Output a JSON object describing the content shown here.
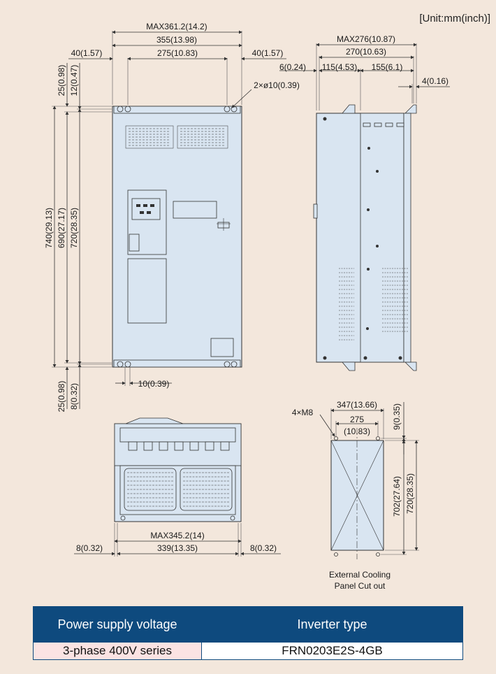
{
  "unit_label": "[Unit:mm(inch)]",
  "front_view": {
    "dim_max_width": "MAX361.2(14.2)",
    "dim_width": "355(13.98)",
    "dim_left_margin": "40(1.57)",
    "dim_mount_pitch": "275(10.83)",
    "dim_right_margin": "40(1.57)",
    "dim_top_25": "25(0.98)",
    "dim_top_12": "12(0.47)",
    "dim_hole": "2×ø10(0.39)",
    "dim_height_total": "740(29.13)",
    "dim_height_690": "690(27.17)",
    "dim_height_720": "720(28.35)",
    "dim_slot": "10(0.39)",
    "dim_bottom_25": "25(0.98)",
    "dim_bottom_8": "8(0.32)"
  },
  "side_view": {
    "dim_max_depth": "MAX276(10.87)",
    "dim_depth": "270(10.63)",
    "dim_flange": "6(0.24)",
    "dim_front_depth": "115(4.53)",
    "dim_rear_depth": "155(6.1)",
    "dim_flange_thickness": "4(0.16)"
  },
  "bottom_view": {
    "dim_max_width": "MAX345.2(14)",
    "dim_width": "339(13.35)",
    "dim_left": "8(0.32)",
    "dim_right": "8(0.32)"
  },
  "cutout": {
    "dim_holes": "4×M8",
    "dim_width": "347(13.66)",
    "dim_pitch": "275",
    "dim_pitch_inch": "(10.83)",
    "dim_top": "9(0.35)",
    "dim_height_702": "702(27.64)",
    "dim_height_720": "720(28.35)",
    "caption_line1": "External Cooling",
    "caption_line2": "Panel Cut out"
  },
  "spec_table": {
    "header_voltage": "Power supply voltage",
    "header_type": "Inverter type",
    "row_voltage": "3-phase 400V series",
    "row_type": "FRN0203E2S-4GB"
  }
}
